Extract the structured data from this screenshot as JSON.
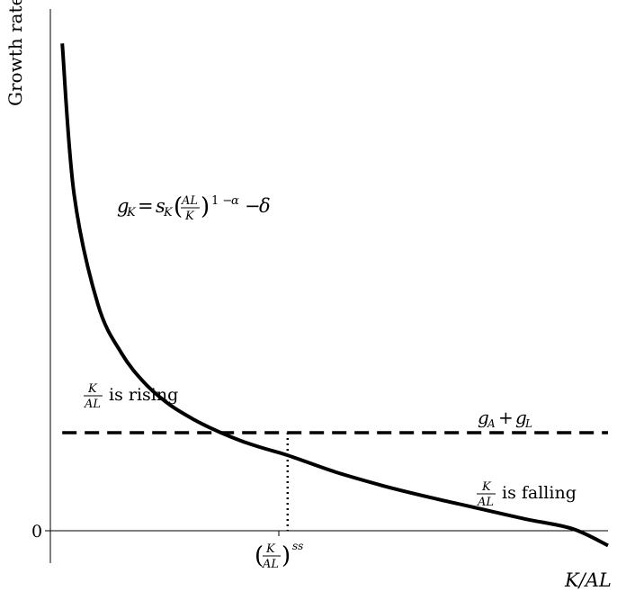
{
  "chart_data": {
    "type": "line",
    "xlabel": "K/AL",
    "ylabel": "Growth rate",
    "y_ticks": [
      {
        "label": "0",
        "value": 0
      }
    ],
    "x_ticks": [
      {
        "label": "(K/AL)^ss",
        "value": 1.0
      }
    ],
    "xlim": [
      0.0,
      2.35
    ],
    "ylim": [
      -0.33,
      5.1
    ],
    "grid": false,
    "legend": "none",
    "series": [
      {
        "style": "solid",
        "formula_label": "g_K = s_K (AL/K)^(1−α) − δ",
        "x": [
          0.05,
          0.1,
          0.2,
          0.3,
          0.4,
          0.5,
          0.6,
          0.7,
          0.8,
          0.9,
          1.0,
          1.2,
          1.4,
          1.6,
          1.8,
          2.0,
          2.2,
          2.35
        ],
        "y": [
          4.97,
          3.43,
          2.31,
          1.81,
          1.5,
          1.29,
          1.14,
          1.02,
          0.92,
          0.84,
          0.77,
          0.6,
          0.46,
          0.34,
          0.23,
          0.12,
          0.02,
          -0.15
        ]
      },
      {
        "style": "dashed",
        "formula_label": "g_A + g_L",
        "x": [
          0.05,
          2.35
        ],
        "y": [
          1.0,
          1.0
        ]
      }
    ],
    "annotations": {
      "rising": "is rising",
      "falling": "is falling",
      "frac_num": "K",
      "frac_den": "AL"
    },
    "steady_state_x": 1.0,
    "steady_state_superscript": "ss"
  }
}
